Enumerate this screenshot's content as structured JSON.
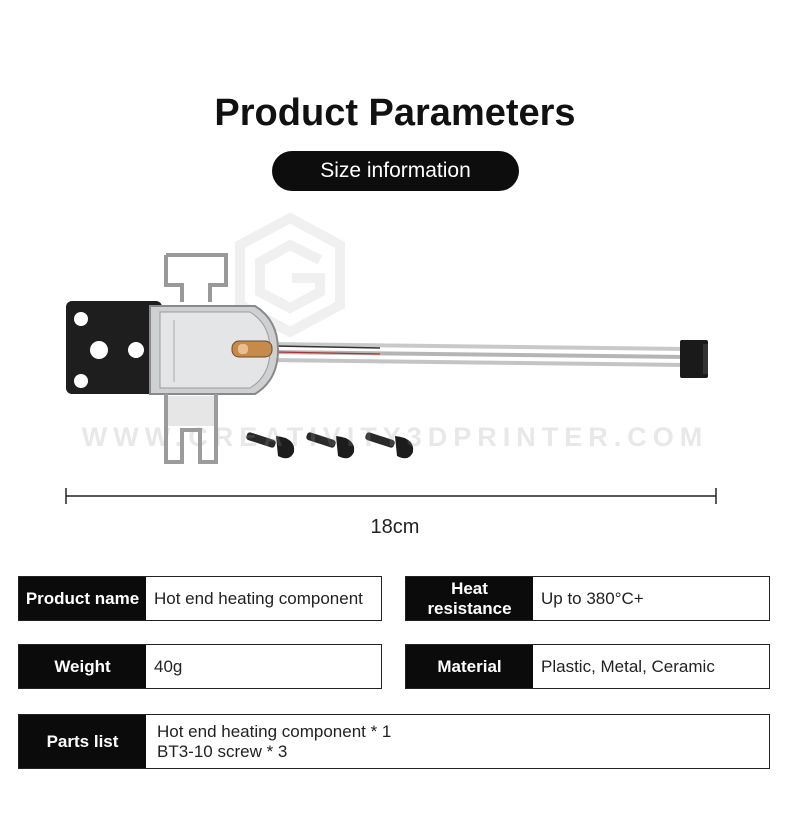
{
  "header": {
    "title": "Product Parameters",
    "subtitle_pill": "Size information"
  },
  "image": {
    "watermark_text": "WWW.CREATIVITY3DPRINTER.COM",
    "dimension_label": "18cm",
    "icons": [
      "bracket-plate",
      "heater-block",
      "wire-cable",
      "connector-plug",
      "screw"
    ]
  },
  "colors": {
    "label_bg": "#0b0b0b",
    "label_text": "#ffffff",
    "pill_bg": "#0d0d0d"
  },
  "specs": {
    "product_name": {
      "label": "Product name",
      "value": "Hot end heating component"
    },
    "heat_resistance": {
      "label_line1": "Heat",
      "label_line2": "resistance",
      "value": "Up to 380°C+"
    },
    "weight": {
      "label": "Weight",
      "value": "40g"
    },
    "material": {
      "label": "Material",
      "value": "Plastic, Metal, Ceramic"
    },
    "parts_list": {
      "label": "Parts list",
      "items": [
        "Hot end heating component * 1",
        "BT3-10 screw * 3"
      ]
    }
  }
}
